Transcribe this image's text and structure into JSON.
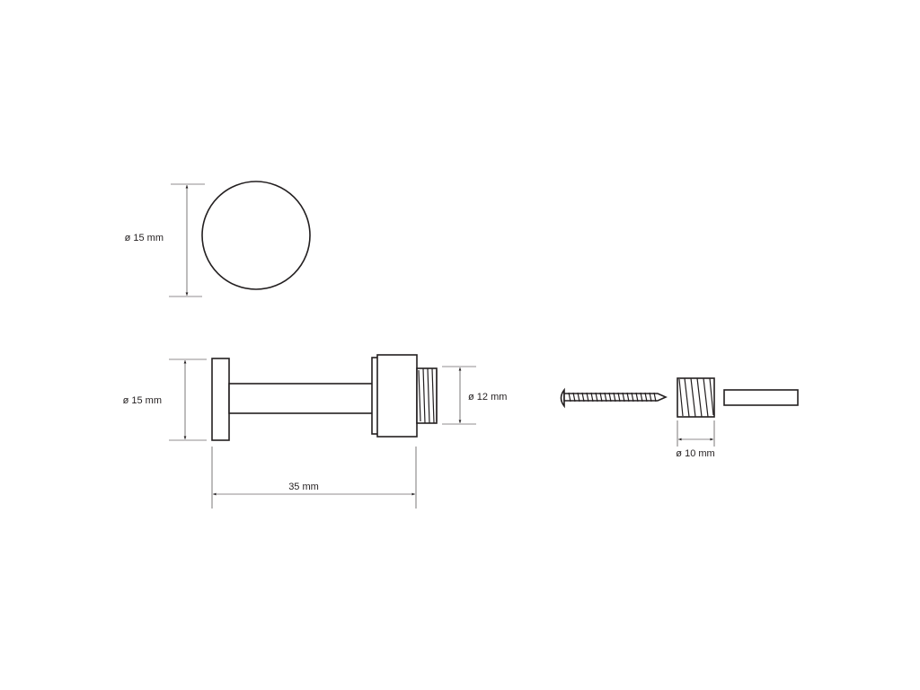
{
  "diagram": {
    "line_color": "#231f20",
    "background": "#ffffff",
    "labels": {
      "front_diameter": "ø 15 mm",
      "side_diameter": "ø 15 mm",
      "thread_diameter": "ø 12 mm",
      "length": "35 mm",
      "anchor_diameter": "ø 10 mm"
    }
  }
}
